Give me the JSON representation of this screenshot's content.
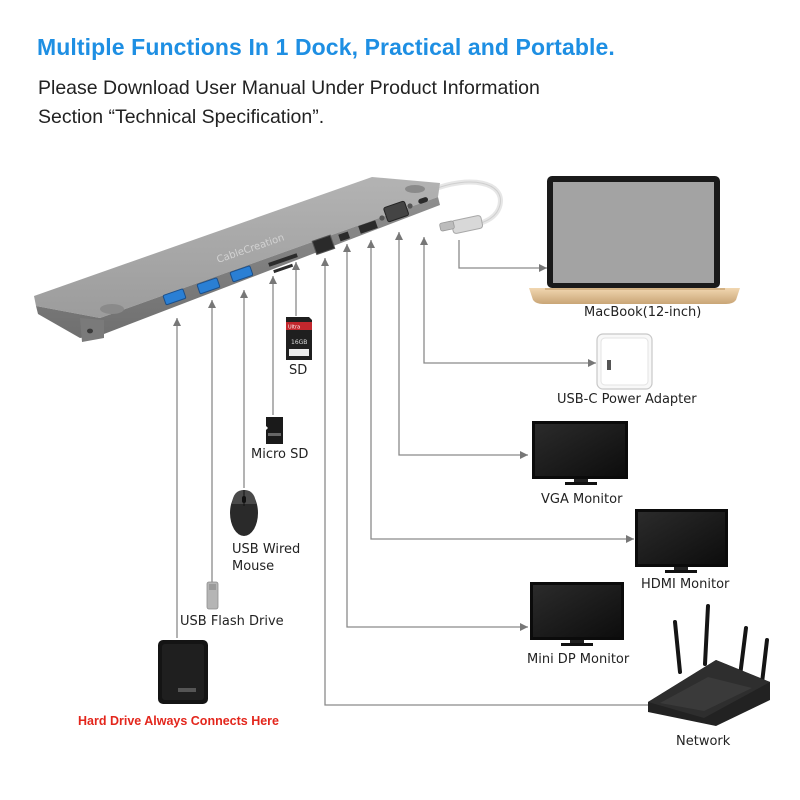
{
  "header": {
    "title": "Multiple Functions In 1 Dock, Practical and Portable.",
    "subtitle_line1": "Please Download User Manual Under Product Information",
    "subtitle_line2": "Section “Technical Specification”."
  },
  "dock": {
    "brand": "CableCreation"
  },
  "devices": {
    "macbook": "MacBook(12-inch)",
    "power_adapter": "USB-C Power Adapter",
    "vga_monitor": "VGA Monitor",
    "hdmi_monitor": "HDMI Monitor",
    "minidp_monitor": "Mini DP Monitor",
    "network": "Network",
    "sd": "SD",
    "micro_sd": "Micro SD",
    "mouse_line1": "USB Wired",
    "mouse_line2": "Mouse",
    "flash_drive": "USB Flash Drive",
    "hard_drive_note": "Hard Drive Always Connects Here"
  },
  "sd_card": {
    "capacity": "16GB",
    "type": "Ultra"
  },
  "colors": {
    "title": "#1e8fe3",
    "warning": "#e3261c",
    "dock": "#9a9a9a",
    "usb_port": "#2a7fd4"
  }
}
